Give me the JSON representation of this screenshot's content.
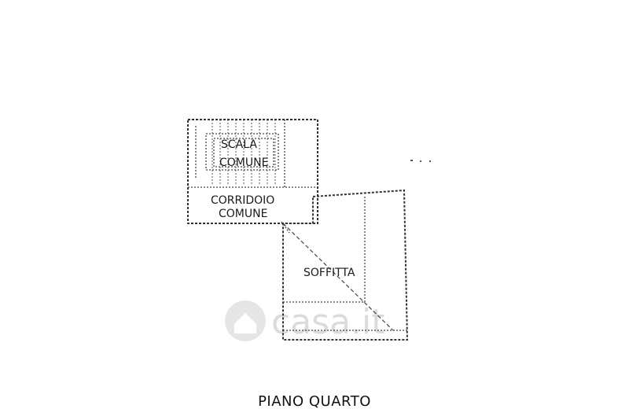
{
  "rooms": {
    "stair": {
      "line1": "SCALA",
      "line2": "COMUNE"
    },
    "corridor": {
      "line1": "CORRIDOIO",
      "line2": "COMUNE"
    },
    "attic": {
      "label": "SOFFITTA"
    }
  },
  "floor_title": "PIANO QUARTO",
  "watermark": {
    "text": "casa.it",
    "icon": "house-badge-icon"
  },
  "colors": {
    "ink": "#333333",
    "watermark": "#d8d8d8",
    "background": "#ffffff"
  }
}
